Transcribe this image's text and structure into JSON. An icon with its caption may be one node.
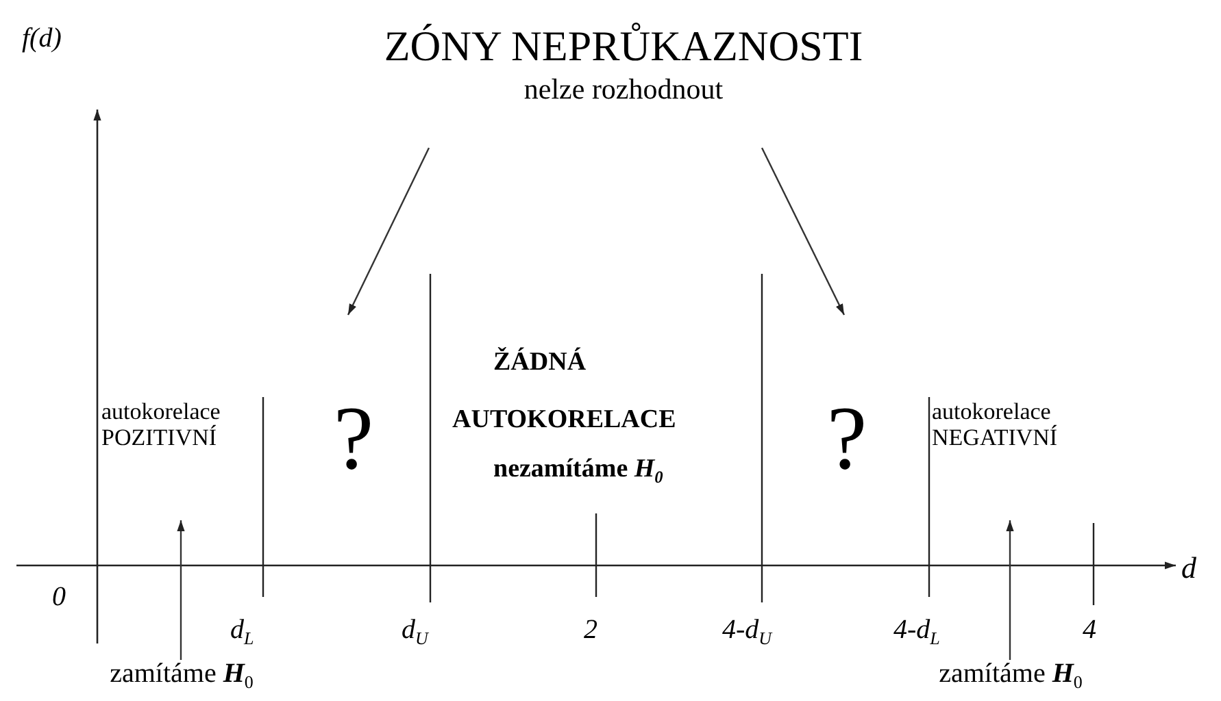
{
  "diagram": {
    "nodes": [
      {
        "text": [
          "ZÓNY NEPRŮKAZNOSTI",
          "nelze rozhodnout"
        ]
      },
      {
        "text": [
          "?"
        ]
      },
      {
        "text": [
          "?"
        ]
      },
      {
        "text": [
          "zamítáme *H*$_{0}$"
        ]
      },
      {
        "text": [
          "zamítáme *H*$_{0}$"
        ]
      }
    ],
    "edges": [
      {
        "from": 0,
        "to": 1,
        "arrow": "to"
      },
      {
        "from": 0,
        "to": 2,
        "arrow": "to"
      },
      {
        "from": 3,
        "to": null,
        "arrow": "to"
      },
      {
        "from": 4,
        "to": null,
        "arrow": "to"
      }
    ],
    "labels": [
      "f(d)",
      "autokorelace POZITIVNÍ",
      "ŽÁDNÁ",
      "AUTOKORELACE",
      "nezamítáme *H*$_{0}$",
      "autokorelace NEGATIVNÍ",
      "d",
      "0",
      "*d*$_{L}$",
      "*d*$_{U}$",
      "2",
      "4-*d*$_{U}$",
      "4-*d*$_{L}$",
      "4"
    ]
  }
}
